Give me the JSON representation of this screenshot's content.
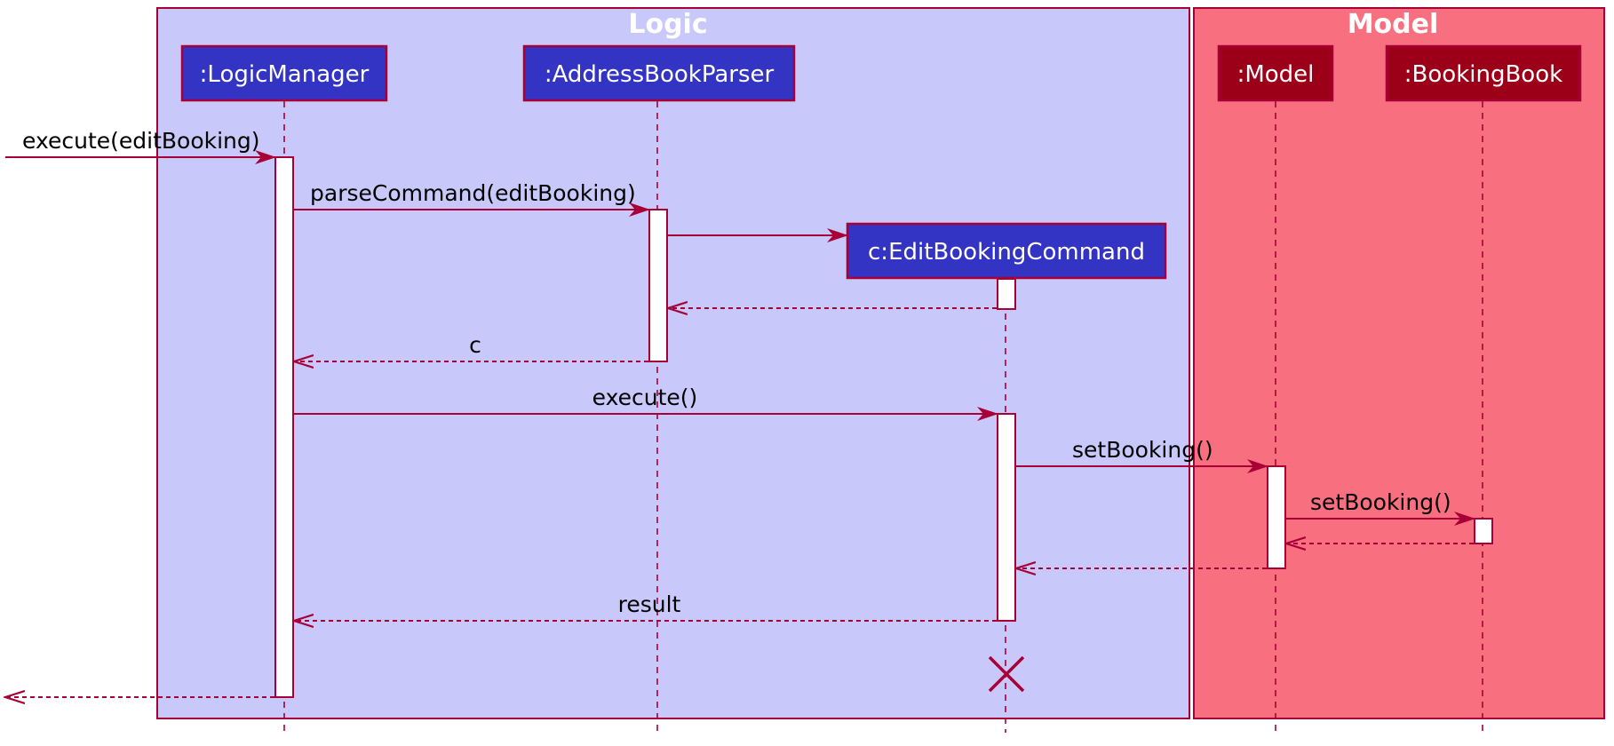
{
  "colors": {
    "logic_frame_fill": "#c8c8fa",
    "model_frame_fill": "#f87080",
    "border": "#a80036",
    "logic_participant_fill": "#3333c4",
    "model_participant_fill": "#9c0019",
    "activation_fill": "#ffffff",
    "text": "#000000",
    "participant_text": "#ffffff"
  },
  "frames": {
    "logic": {
      "title": "Logic"
    },
    "model": {
      "title": "Model"
    }
  },
  "participants": {
    "logic_manager": ":LogicManager",
    "address_book_parser": ":AddressBookParser",
    "edit_booking_command": "c:EditBookingCommand",
    "model": ":Model",
    "booking_book": ":BookingBook"
  },
  "messages": {
    "execute_edit_booking": "execute(editBooking)",
    "parse_command": "parseCommand(editBooking)",
    "return_c": "c",
    "execute": "execute()",
    "set_booking_model": "setBooking()",
    "set_booking_book": "setBooking()",
    "return_result": "result"
  }
}
